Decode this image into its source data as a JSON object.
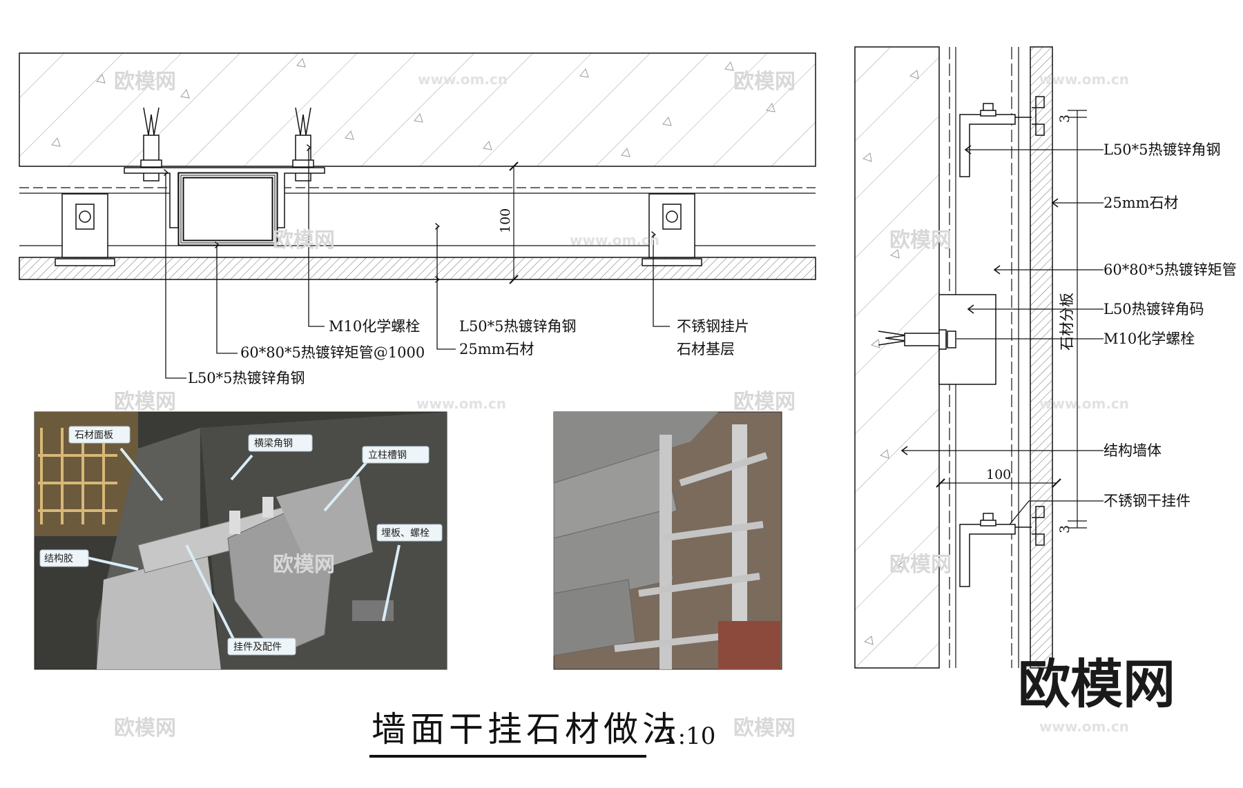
{
  "plan_labels": {
    "m10_bolt": "M10化学螺栓",
    "tube": "60*80*5热镀锌矩管@1000",
    "angle_steel_bottom": "L50*5热镀锌角钢",
    "angle_steel_mid": "L50*5热镀锌角钢",
    "stone_25": "25mm石材",
    "ss_hanger": "不锈钢挂片",
    "stone_base": "石材基层",
    "dim_100": "100"
  },
  "section_labels": {
    "angle_steel": "L50*5热镀锌角钢",
    "stone_25": "25mm石材",
    "tube": "60*80*5热镀锌矩管",
    "angle_code": "L50热镀锌角码",
    "m10_bolt": "M10化学螺栓",
    "struct_wall": "结构墙体",
    "ss_hanger": "不锈钢干挂件",
    "stone_joint": "石材分板",
    "dim_100": "100",
    "dim_3": "3"
  },
  "photo1_labels": {
    "stone_panel": "石材面板",
    "beam_angle": "横梁角钢",
    "column_channel": "立柱槽钢",
    "embed_bolt": "埋板、螺栓",
    "struct_glue": "结构胶",
    "hanger_parts": "挂件及配件"
  },
  "title": "墙面干挂石材做法",
  "scale": "1:10",
  "watermark": {
    "brand": "欧模网",
    "url": "www.om.cn"
  }
}
